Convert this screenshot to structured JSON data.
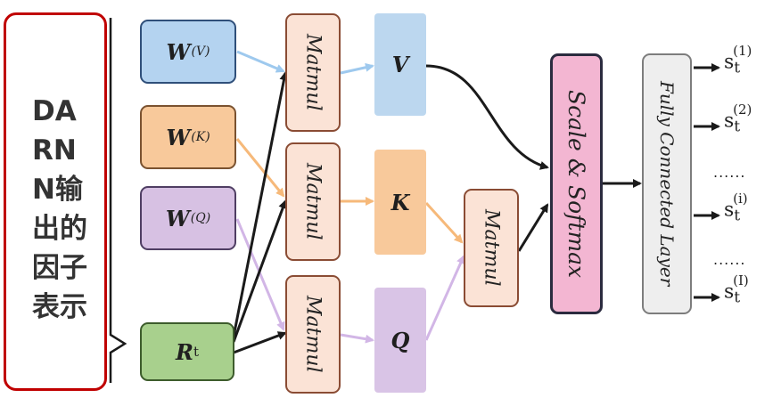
{
  "left_panel": {
    "text": "DA\nRN\nN输\n出的\n因子\n表示"
  },
  "weights": {
    "v": {
      "base": "W",
      "sup": "(V)",
      "fill": "#b4d3f0",
      "border": "#2f4f7a"
    },
    "k": {
      "base": "W",
      "sup": "(K)",
      "fill": "#f8c99b",
      "border": "#7a5230"
    },
    "q": {
      "base": "W",
      "sup": "(Q)",
      "fill": "#d7c1e3",
      "border": "#4f3e63"
    }
  },
  "input": {
    "base": "R",
    "sub": "t",
    "fill": "#a8d08d",
    "border": "#3d5c2c"
  },
  "matmul_label": "Matmul",
  "vectors": {
    "v": {
      "label": "V",
      "fill": "#bcd7ef"
    },
    "k": {
      "label": "K",
      "fill": "#f8c99b"
    },
    "q": {
      "label": "Q",
      "fill": "#d9c4e6"
    }
  },
  "scale_softmax": {
    "label": "Scale & Softmax",
    "fill": "#f3b6d2",
    "border": "#2b2b3f"
  },
  "fc_layer": {
    "label": "Fully Connected Layer",
    "fill": "#eeeeee",
    "border": "#7d7d7d"
  },
  "outputs": [
    {
      "base": "s",
      "sub": "t",
      "sup": "(1)"
    },
    {
      "base": "s",
      "sub": "t",
      "sup": "(2)"
    },
    {
      "base": "s",
      "sub": "t",
      "sup": "(i)"
    },
    {
      "base": "s",
      "sub": "t",
      "sup": "(I)"
    }
  ],
  "ellipsis": "......",
  "colors": {
    "panel_border": "#c00000",
    "arrow_dark": "#1a1a1a",
    "arrow_blue": "#9ec9ee",
    "arrow_orange": "#f6b97a",
    "arrow_purple": "#d2b6e6"
  }
}
